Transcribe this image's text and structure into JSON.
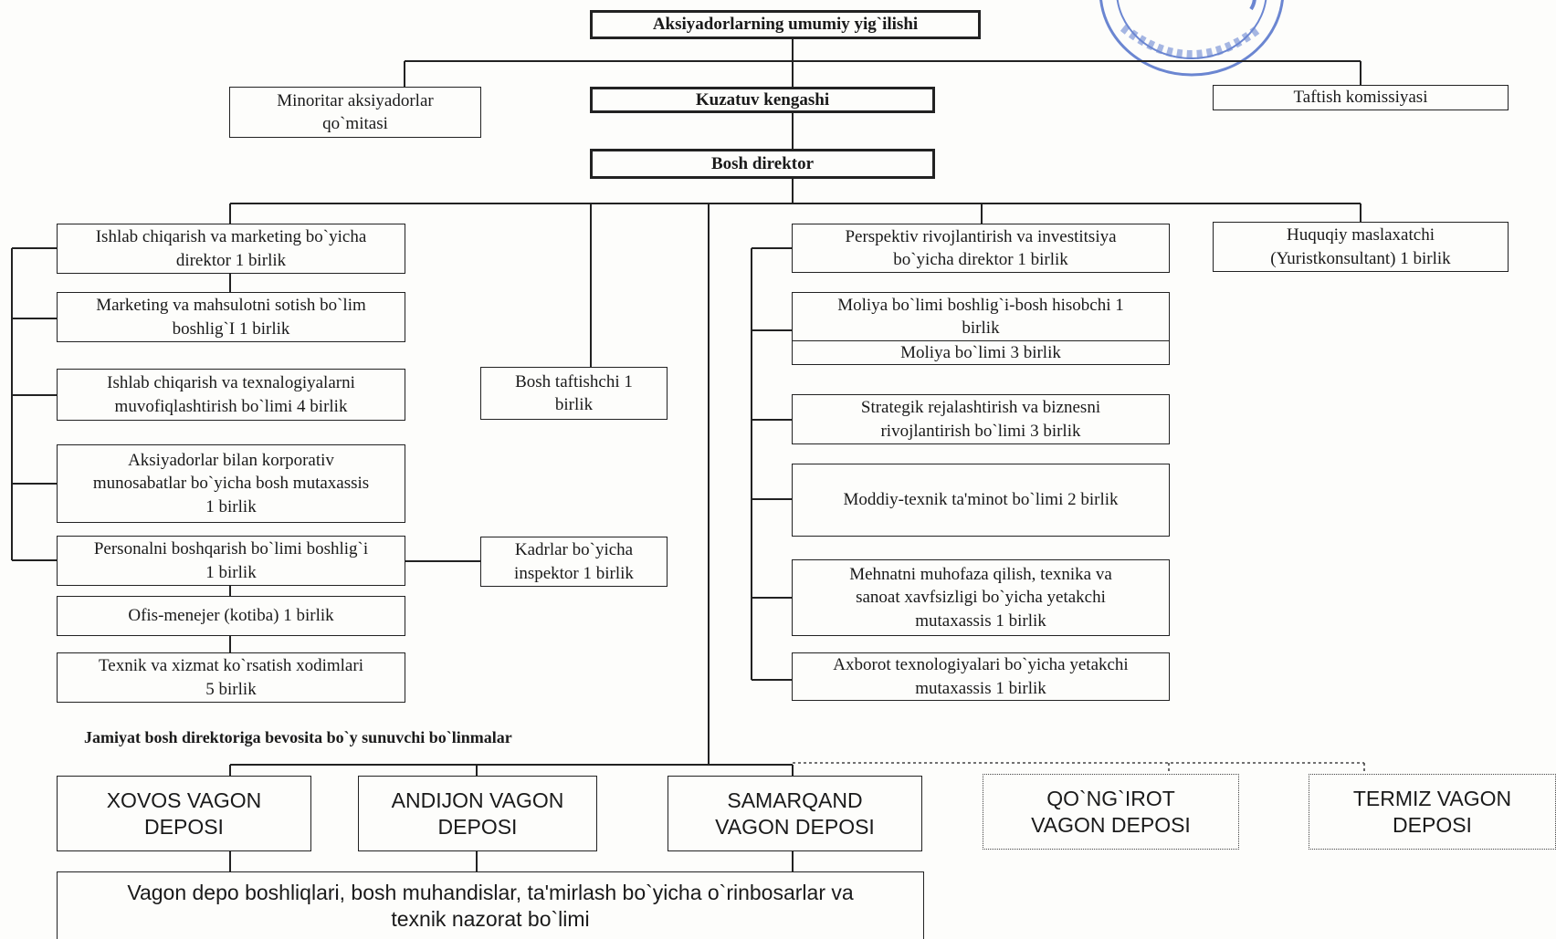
{
  "chart": {
    "shareholders_meeting": "Aksiyadorlarning umumiy yig`ilishi",
    "minority_committee": "Minoritar aksiyadorlar\nqo`mitasi",
    "supervisory_board": "Kuzatuv kengashi",
    "audit_commission": "Taftish komissiyasi",
    "general_director": "Bosh direktor",
    "left_units": [
      "Ishlab chiqarish va marketing bo`yicha\ndirektor 1 birlik",
      "Marketing va mahsulotni sotish bo`lim\nboshlig`I 1 birlik",
      "Ishlab chiqarish va texnalogiyalarni\nmuvofiqlashtirish bo`limi 4 birlik",
      "Aksiyadorlar bilan korporativ\nmunosabatlar bo`yicha bosh mutaxassis\n1 birlik",
      "Personalni boshqarish bo`limi boshlig`i\n1 birlik",
      "Ofis-menejer (kotiba) 1 birlik",
      "Texnik va xizmat ko`rsatish xodimlari\n5 birlik"
    ],
    "chief_inspector": "Bosh taftishchi 1\nbirlik",
    "hr_inspector": "Kadrlar bo`yicha\ninspektor 1 birlik",
    "right_units": [
      "Perspektiv rivojlantirish va investitsiya\nbo`yicha direktor 1 birlik",
      "Strategik rejalashtirish va biznesni\nrivojlantirish bo`limi 3 birlik",
      "Moddiy-texnik ta'minot bo`limi 2 birlik",
      "Mehnatni muhofaza qilish, texnika va\nsanoat xavfsizligi bo`yicha yetakchi\nmutaxassis 1 birlik",
      "Axborot texnologiyalari bo`yicha yetakchi\nmutaxassis 1 birlik"
    ],
    "finance_head": "Moliya bo`limi boshlig`i-bosh hisobchi 1\nbirlik",
    "finance_dept": "Moliya bo`limi 3 birlik",
    "legal_advisor": "Huquqiy maslaxatchi\n(Yuristkonsultant) 1 birlik",
    "direct_caption": "Jamiyat bosh direktoriga bevosita bo`y sunuvchi bo`linmalar",
    "depots": [
      "XOVOS VAGON\nDEPOSI",
      "ANDIJON VAGON\nDEPOSI",
      "SAMARQAND\nVAGON DEPOSI",
      "QO`NG`IROT\nVAGON DEPOSI",
      "TERMIZ VAGON\nDEPOSI"
    ],
    "depot_management": "Vagon depo boshliqlari, bosh muhandislar, ta'mirlash bo`yicha o`rinbosarlar va\ntexnik nazorat bo`limi"
  },
  "colors": {
    "line": "#222222",
    "stamp": "#3b5fc4",
    "paper": "#fdfdfb"
  }
}
